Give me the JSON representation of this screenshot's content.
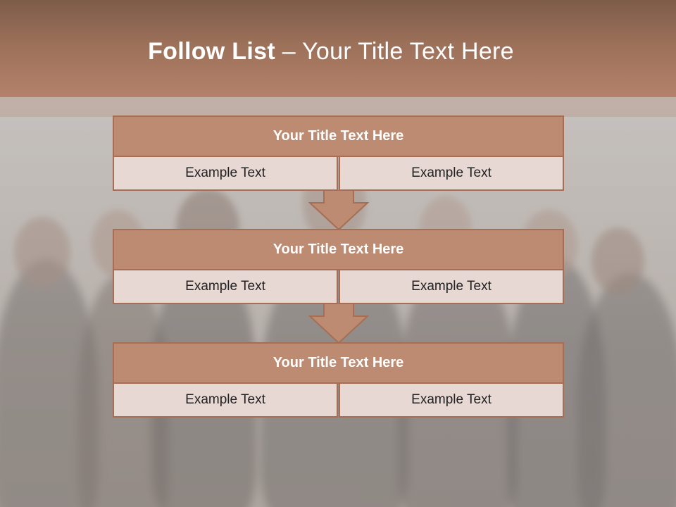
{
  "slide": {
    "title_bold": "Follow List",
    "title_rest": " – Your Title Text Here"
  },
  "steps": [
    {
      "title": "Your Title Text Here",
      "left": "Example Text",
      "right": "Example Text"
    },
    {
      "title": "Your Title Text Here",
      "left": "Example Text",
      "right": "Example Text"
    },
    {
      "title": "Your Title Text Here",
      "left": "Example Text",
      "right": "Example Text"
    }
  ],
  "colors": {
    "header": "#9c7059",
    "box_title": "#bd8b71",
    "box_cell": "#e8d8d4",
    "border": "#a66e54"
  }
}
